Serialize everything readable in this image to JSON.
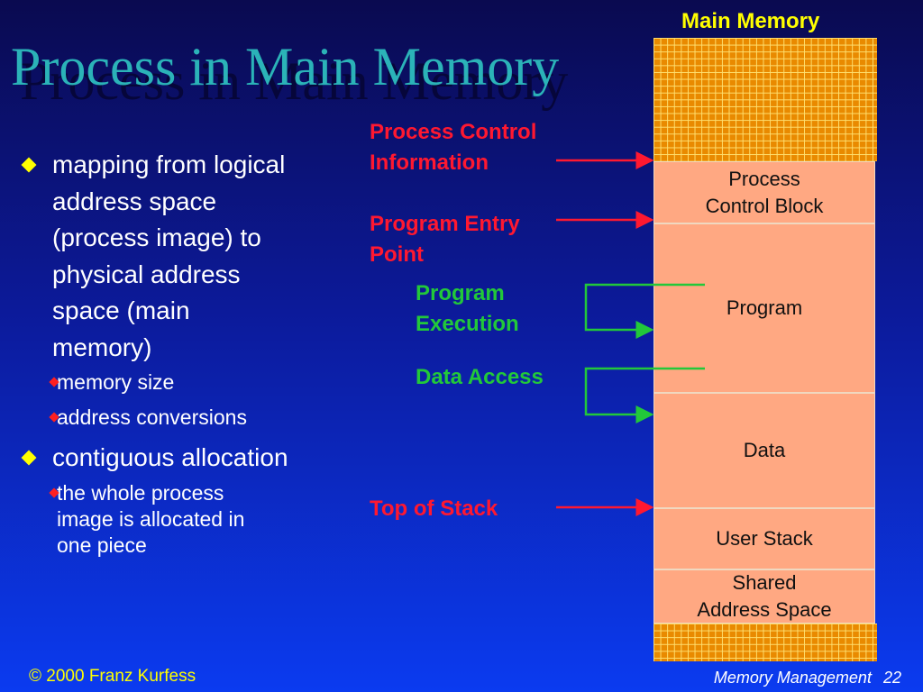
{
  "slide": {
    "title": "Process in Main Memory",
    "bullets": [
      {
        "text": "mapping from logical address space (process image) to physical address space (main memory)",
        "lines": [
          "mapping from logical",
          "address space",
          "(process image) to",
          "physical address",
          "space (main",
          "memory)"
        ],
        "sub": [
          "memory size",
          "address conversions"
        ]
      },
      {
        "text": "contiguous allocation",
        "lines": [
          "contiguous allocation"
        ],
        "sub_lines": [
          [
            "the whole process",
            "image is allocated in",
            "one piece"
          ]
        ]
      }
    ]
  },
  "labels": {
    "pci": [
      "Process Control",
      "Information"
    ],
    "entry": [
      "Program Entry",
      "Point"
    ],
    "exec": [
      "Program",
      "Execution"
    ],
    "data_access": "Data Access",
    "top_stack": "Top of Stack"
  },
  "memory": {
    "title": "Main Memory",
    "segments": {
      "pcb": [
        "Process",
        "Control Block"
      ],
      "program": "Program",
      "data": "Data",
      "user_stack": "User Stack",
      "shared": [
        "Shared",
        "Address Space"
      ]
    }
  },
  "footer": {
    "copyright": "© 2000 Franz Kurfess",
    "course": "Memory Management",
    "page": "22"
  },
  "colors": {
    "title": "#2bb3b8",
    "red_label": "#ff1830",
    "green_label": "#22c83a",
    "memory_grid": "#e98a00",
    "segment_fill": "#ffa882"
  }
}
